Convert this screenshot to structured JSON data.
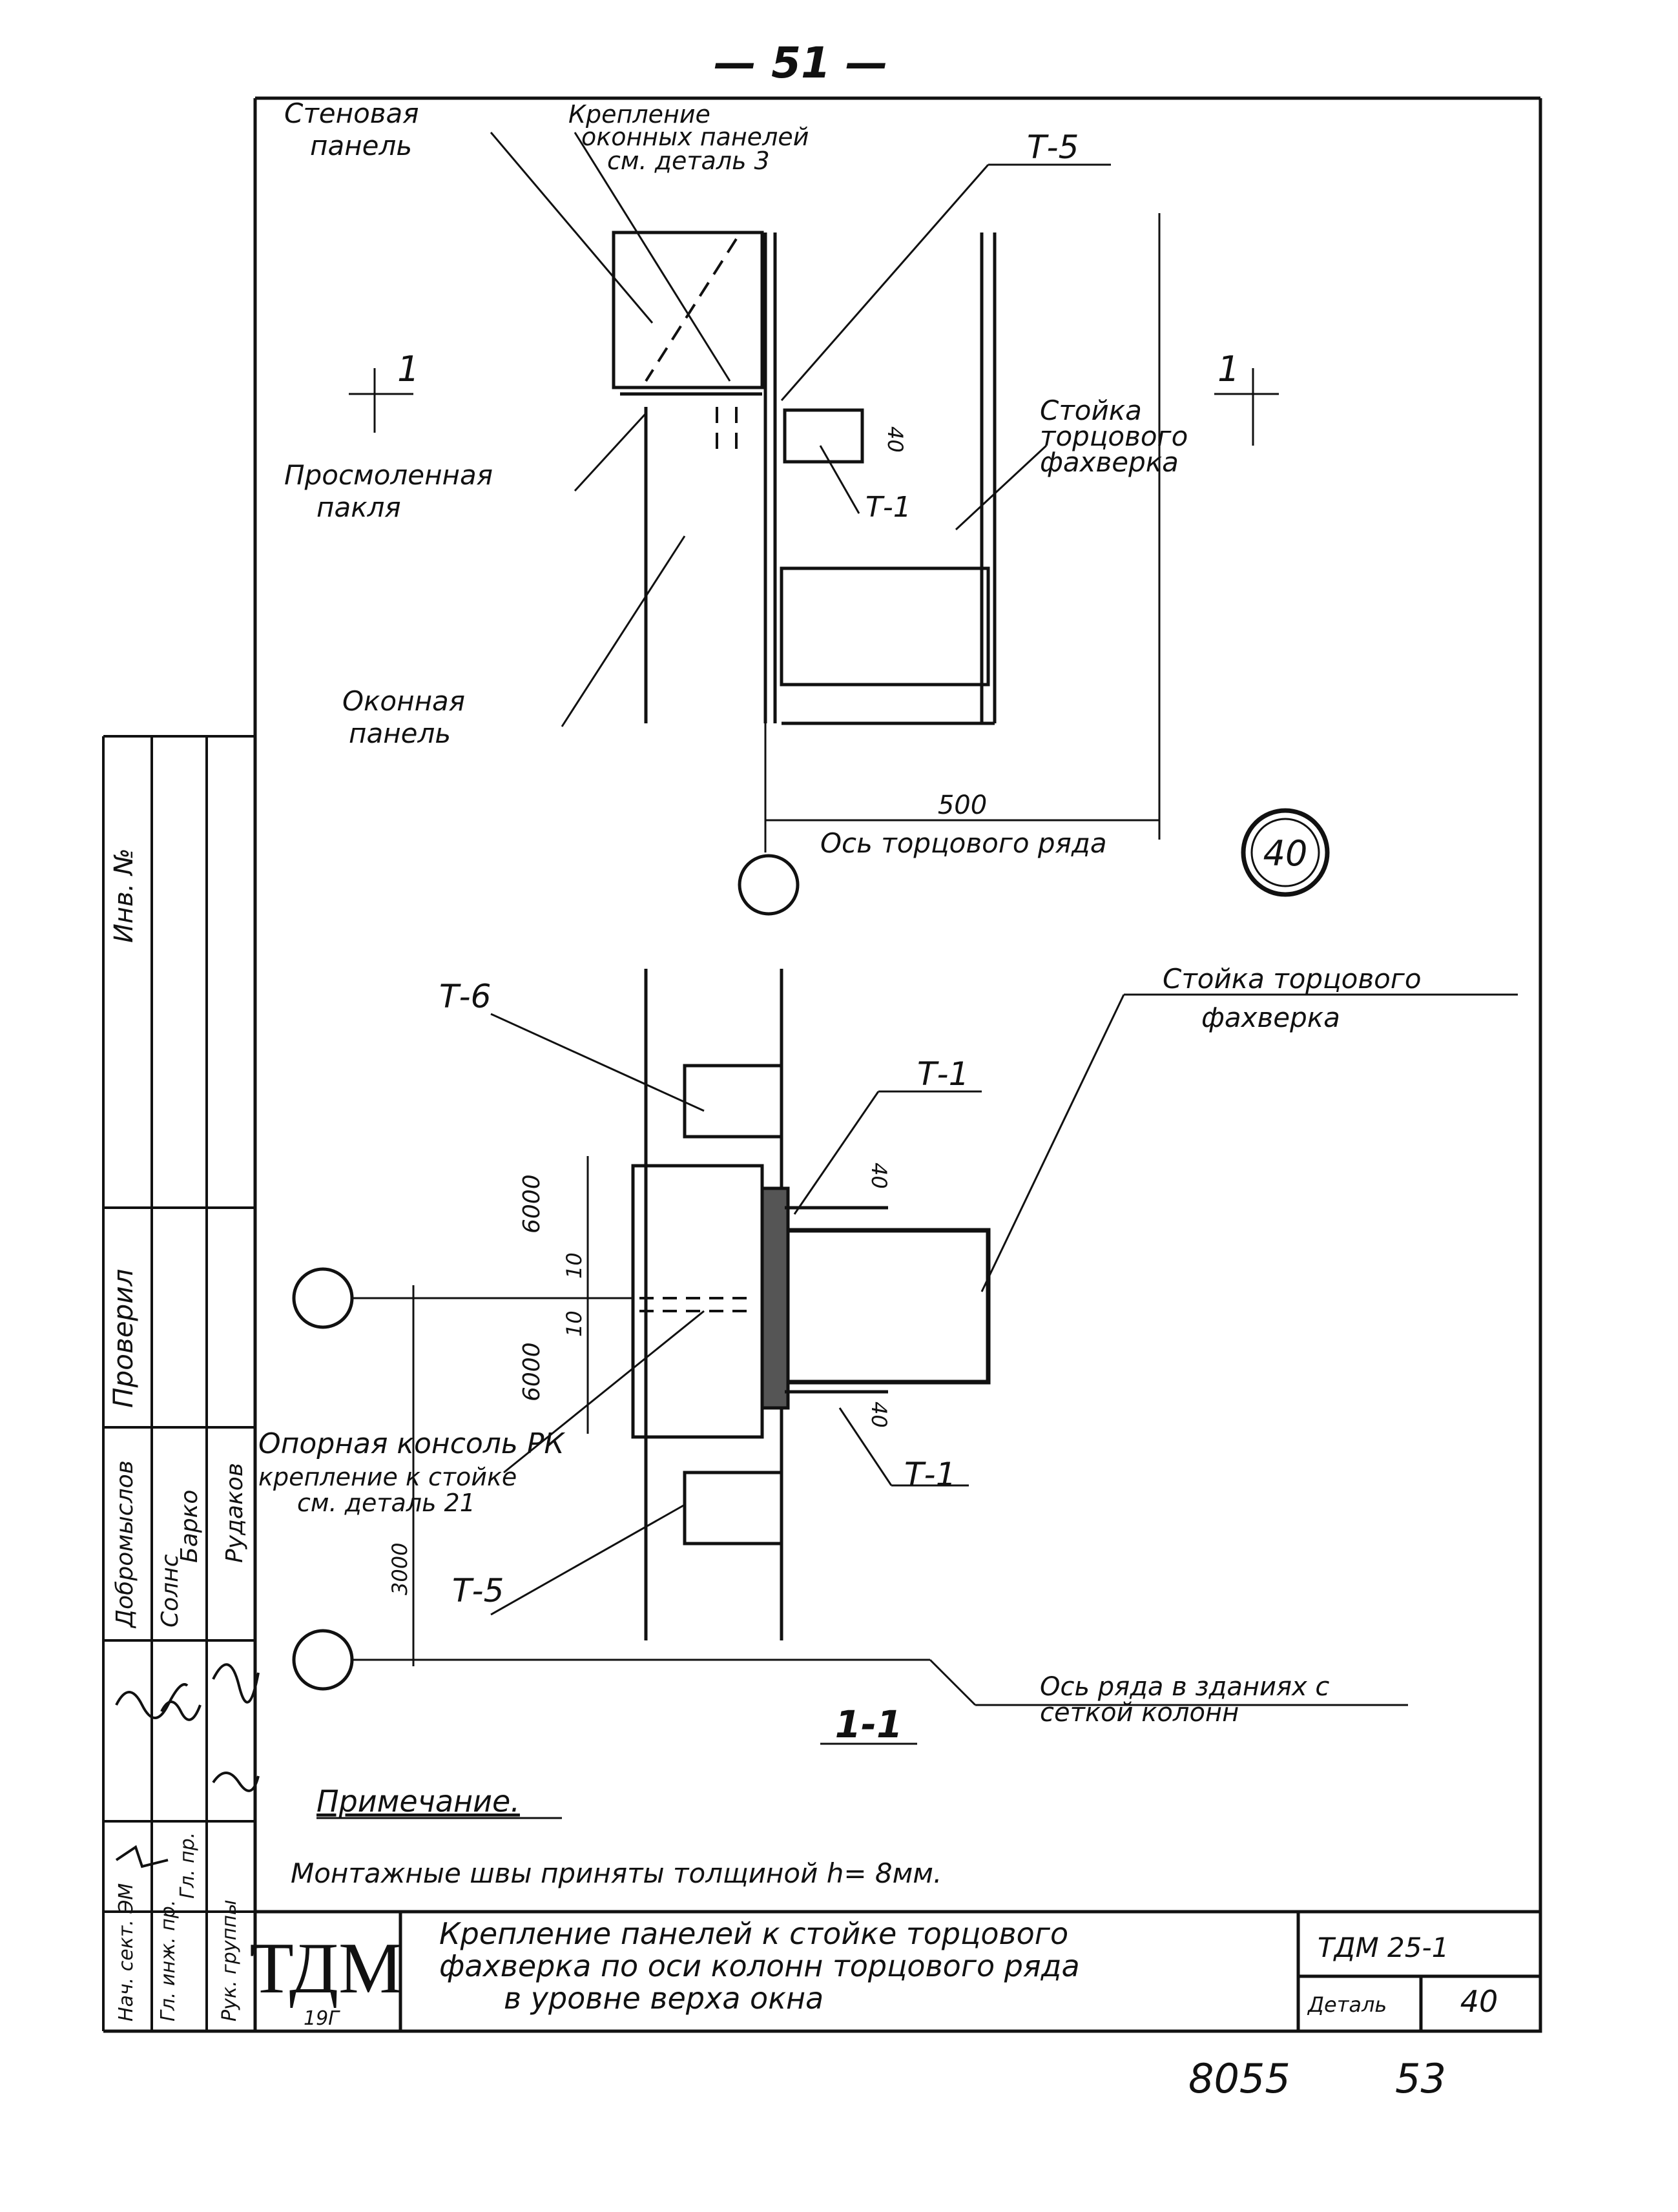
{
  "page_number_top": "— 51 —",
  "upper_view": {
    "label_wall_panel": [
      "Стеновая",
      "панель"
    ],
    "label_window_fastening": [
      "Крепление",
      "оконных панелей",
      "см. деталь 3"
    ],
    "label_t5": "Т-5",
    "section_mark_left": "1",
    "section_mark_right": "1",
    "label_tarred_tow": [
      "Просмоленная",
      "пакля"
    ],
    "label_post": [
      "Стойка",
      "торцового",
      "фахверка"
    ],
    "label_t1": "Т-1",
    "dim_40": "40",
    "label_window_panel": [
      "Оконная",
      "панель"
    ],
    "dim_500": "500",
    "axis_caption": "Ось торцового ряда",
    "detail_number_circle": "40"
  },
  "section_view": {
    "label_t6": "Т-6",
    "label_post": [
      "Стойка торцового",
      "фахверка"
    ],
    "label_t1_top": "Т-1",
    "label_t1_bottom": "Т-1",
    "dim_6000_top": "6000",
    "dim_6000_bottom": "6000",
    "dim_10_top": "10",
    "dim_10_bottom": "10",
    "dim_40_top": "40",
    "dim_40_bottom": "40",
    "dim_3000": "3000",
    "label_console": "Опорная консоль РК",
    "label_console_fastening": [
      "крепление к стойке",
      "см. деталь 21"
    ],
    "label_t5": "Т-5",
    "axis_caption": [
      "Ось ряда в зданиях с",
      "сеткой колонн"
    ],
    "section_title": "1-1"
  },
  "note": {
    "heading": "Примечание.",
    "text": "Монтажные швы приняты толщиной h= 8мм."
  },
  "title_block": {
    "logo": "ТДМ",
    "logo_sub": "19Г",
    "title_lines": [
      "Крепление панелей к стойке торцового",
      "фахверка по оси колонн торцового ряда",
      "в уровне верха окна"
    ],
    "code": "ТДМ 25-1",
    "detail_label": "Деталь",
    "detail_value": "40"
  },
  "side_stamp": {
    "inv_label": "Инв. №",
    "checked": "Проверил",
    "roles": [
      "Нач. сект. ЭМ",
      "Гл. инж. пр.",
      "Гл. пр.",
      "Рук. группы"
    ],
    "names": [
      "Добромыслов",
      "Солнс",
      "Барко",
      "Рудаков"
    ]
  },
  "bottom_numbers": {
    "left": "8055",
    "right": "53"
  }
}
